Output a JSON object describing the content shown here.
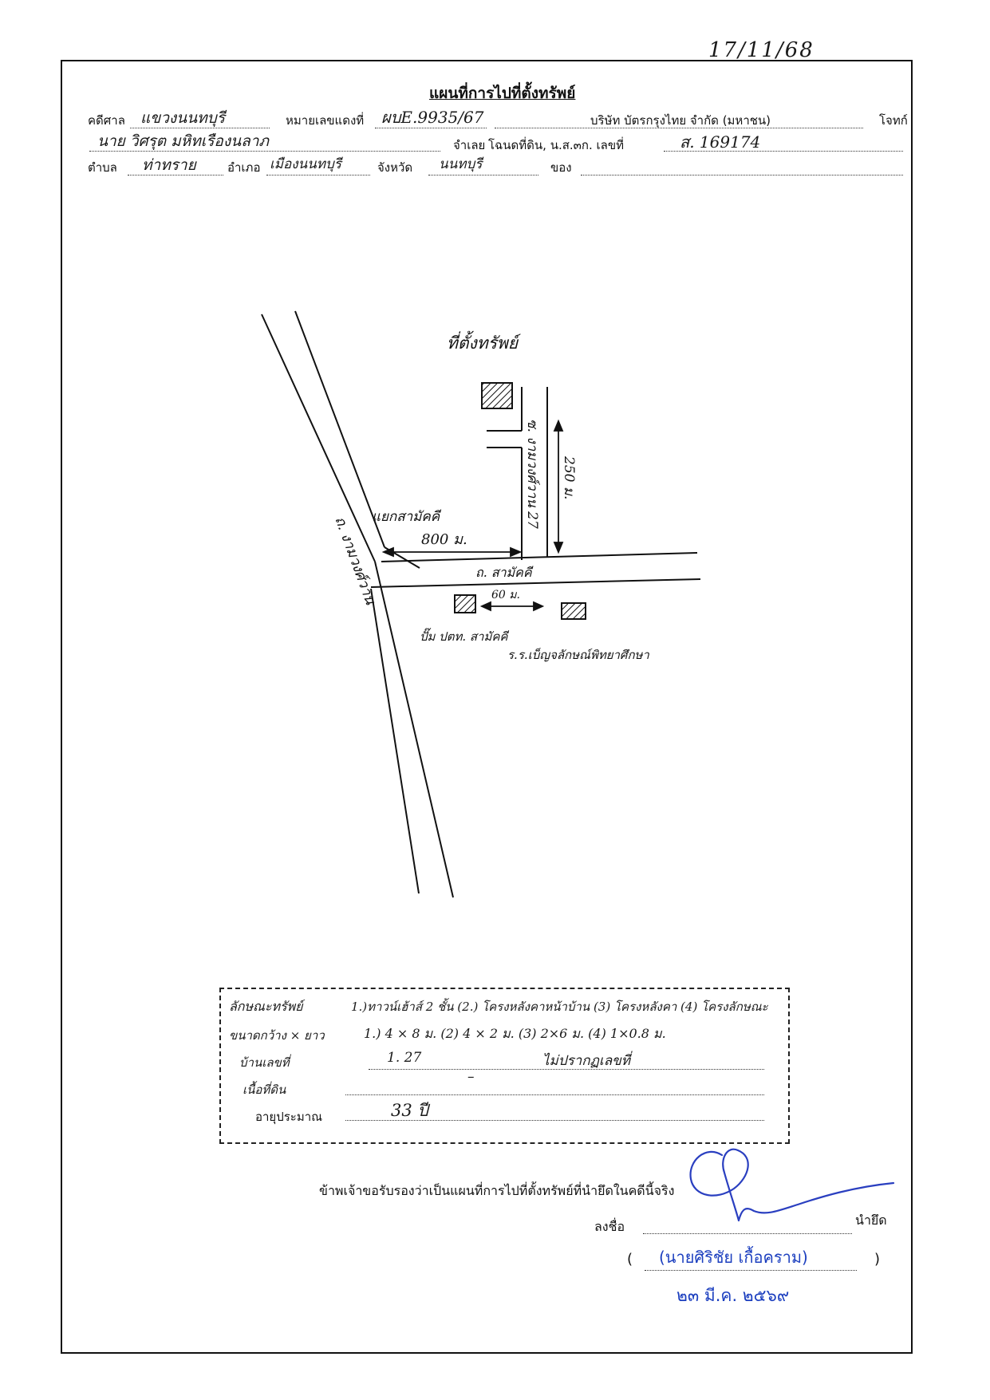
{
  "header_date": "17/11/68",
  "title": "แผนที่การไปที่ตั้งทรัพย์",
  "form": {
    "court_label": "คดีศาล",
    "court_value": "แขวงนนทบุรี",
    "black_case_label": "หมายเลขแดงที่",
    "black_case_value": "ผบE.9935/67",
    "plaintiff_value": "บริษัท บัตรกรุงไทย จำกัด (มหาชน)",
    "plaintiff_label": "โจทก์",
    "defendant_value": "นาย วิศรุต มหิทเรืองนลาภ",
    "defendant_label": "จำเลย",
    "deed_label": "โฉนดที่ดิน, น.ส.๓ก. เลขที่",
    "deed_value": "ส. 169174",
    "subdistrict_label": "ตำบล",
    "subdistrict_value": "ท่าทราย",
    "district_label": "อำเภอ",
    "district_value": "เมืองนนทบุรี",
    "province_label": "จังหวัด",
    "province_value": "นนทบุรี",
    "of_label": "ของ"
  },
  "map": {
    "property_label": "ที่ตั้งทรัพย์",
    "soi_label": "ซ. งามวงศ์วาน 27",
    "dist_250": "250 ม.",
    "junction_label": "แยกสามัคคี",
    "dist_800": "800 ม.",
    "main_road_label": "ถ. งามวงศ์วาน",
    "side_road_label": "ถ. สามัคคี",
    "dist_60": "60 ม.",
    "gas_station": "ปั๊ม ปตท. สามัคคี",
    "school": "ร.ร.เบ็ญจลักษณ์พิทยาศึกษา"
  },
  "info": {
    "property_type_label": "ลักษณะทรัพย์",
    "property_type_value": "1.)ทาวน์เฮ้าส์ 2 ชั้น  (2.) โครงหลังคาหน้าบ้าน  (3) โครงหลังคา  (4) โครงลักษณะ",
    "size_label": "ขนาดกว้าง × ยาว",
    "size_value": "1.) 4 × 8 ม.   (2) 4 × 2 ม.   (3) 2×6 ม.  (4) 1×0.8 ม.",
    "house_no_label": "บ้านเลขที่",
    "house_no_value": "1. 27",
    "house_no_note": "ไม่ปรากฏเลขที่",
    "land_area_label": "เนื้อที่ดิน",
    "land_area_value": "–",
    "age_label": "อายุประมาณ",
    "age_value": "33 ปี"
  },
  "certification": "ข้าพเจ้าขอรับรองว่าเป็นแผนที่การไปที่ตั้งทรัพย์ที่นำยึดในคดีนี้จริง",
  "signature": {
    "sign_label": "ลงชื่อ",
    "role_label": "นำยึด",
    "open_paren": "(",
    "name": "(นายศิริชัย เกื้อคราม)",
    "close_paren": ")",
    "date": "๒๓ มี.ค. ๒๕๖๙"
  },
  "colors": {
    "ink": "#111111",
    "blue_ink": "#1c3fbf"
  }
}
